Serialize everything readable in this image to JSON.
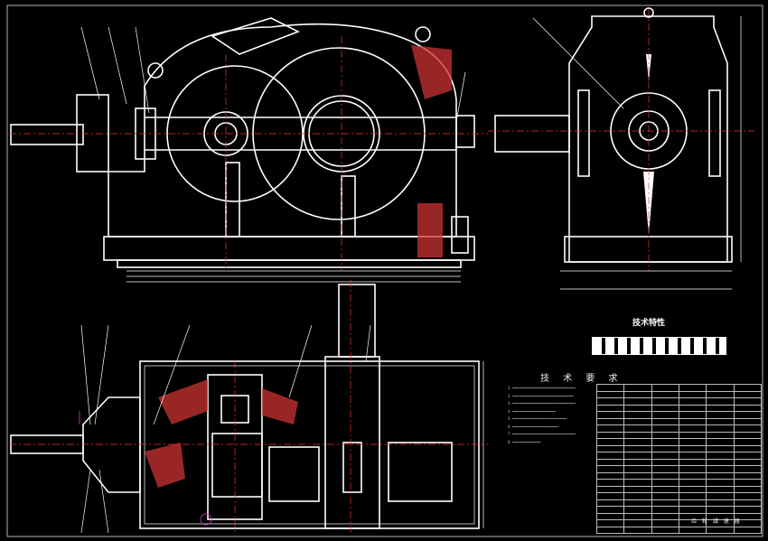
{
  "drawing": {
    "technical_requirements_title": "技 术 要 求",
    "technical_characteristics_title": "技术特性",
    "title_block_name": "齿 轮 减 速 器"
  },
  "colors": {
    "background": "#000000",
    "lines": "#ffffff",
    "centerline": "#ee3333",
    "hatch": "#cc3333",
    "accent": "#dd33dd"
  }
}
